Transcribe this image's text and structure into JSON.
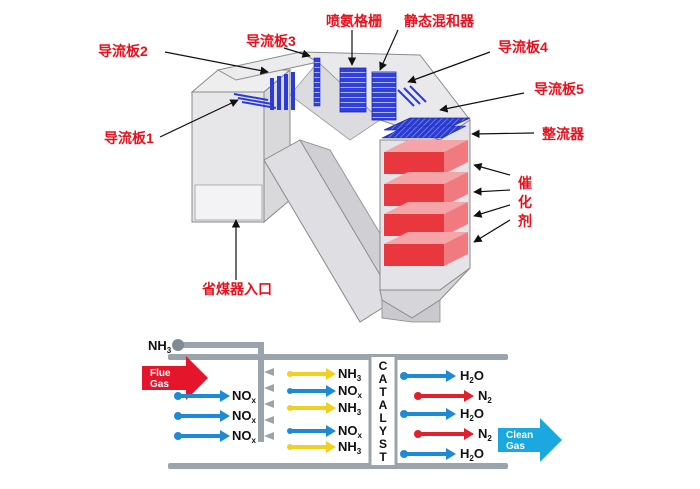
{
  "diagram": {
    "labels": {
      "deflector_1": "导流板1",
      "deflector_2": "导流板2",
      "deflector_3": "导流板3",
      "deflector_4": "导流板4",
      "deflector_5": "导流板5",
      "ammonia_grid": "喷氨格栅",
      "static_mixer": "静态混和器",
      "rectifier": "整流器",
      "catalyst_chars": [
        "催",
        "化",
        "剂"
      ],
      "economizer_inlet": "省煤器入口"
    },
    "colors": {
      "label_red": "#e8101c",
      "catalyst_red": "#e8383e",
      "deflector_blue": "#2b3bd8",
      "duct_outline": "#8a8a8a"
    }
  },
  "schematic": {
    "nh3_inlet": "NH3",
    "flue_gas": [
      "Flue",
      "Gas"
    ],
    "clean_gas": [
      "Clean",
      "Gas"
    ],
    "inlet_species": [
      "NOx",
      "NOx",
      "NOx"
    ],
    "injected_species": [
      "NH3",
      "NOx",
      "NH3",
      "NOx",
      "NH3"
    ],
    "catalyst_letters": [
      "C",
      "A",
      "T",
      "A",
      "L",
      "Y",
      "S",
      "T"
    ],
    "products": [
      "H2O",
      "N2",
      "H2O",
      "N2",
      "H2O"
    ],
    "colors": {
      "flue_red": "#e5162b",
      "clean_blue": "#1ba8e0",
      "nox_blue": "#1d8ad6",
      "nh3_yellow": "#f0d020",
      "n2_red": "#e0202a",
      "duct_grey": "#9aa4ad"
    }
  }
}
